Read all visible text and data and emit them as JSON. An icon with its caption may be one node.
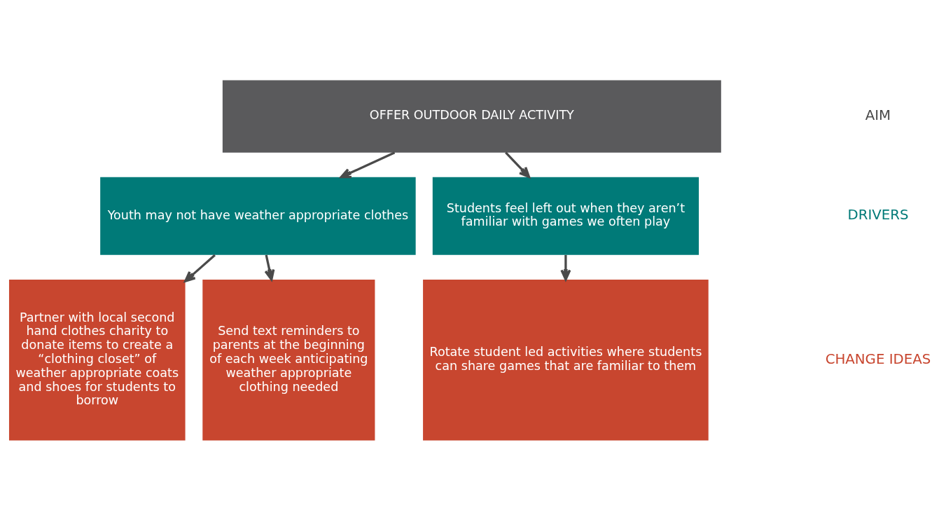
{
  "diagram": {
    "nodes": [
      {
        "text": [
          "OFFER OUTDOOR DAILY ACTIVITY"
        ]
      },
      {
        "text": [
          "Youth may not have weather appropriate clothes"
        ]
      },
      {
        "text": [
          "Students feel left out when they aren’t familiar with games we often play"
        ]
      },
      {
        "text": [
          "Partner with local second hand clothes charity to donate items to create a “clothing closet” of weather appropriate coats and shoes for students to borrow"
        ]
      },
      {
        "text": [
          "Send text reminders to parents at the beginning of each week anticipating weather appropriate clothing needed"
        ]
      },
      {
        "text": [
          "Rotate student led activities where students can share games that are familiar to them"
        ]
      }
    ],
    "edges": [
      {
        "from": 0,
        "to": 1,
        "arrow": "to"
      },
      {
        "from": 0,
        "to": 2,
        "arrow": "to"
      },
      {
        "from": 1,
        "to": 3,
        "arrow": "to"
      },
      {
        "from": 1,
        "to": 4,
        "arrow": "to"
      },
      {
        "from": 2,
        "to": 5,
        "arrow": "to"
      }
    ],
    "labels": [
      "AIM",
      "DRIVERS",
      "CHANGE IDEAS"
    ]
  }
}
